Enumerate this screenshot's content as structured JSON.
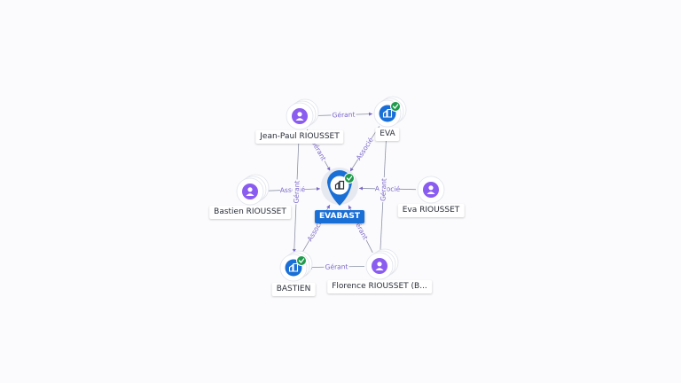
{
  "colors": {
    "person": "#8a5cf0",
    "company": "#1a6fd6",
    "check": "#1f9a4c",
    "edge": "#8c92a6",
    "edge_label": "#7b67c9"
  },
  "nodes": [
    {
      "id": "evabast",
      "label": "EVABAST",
      "kind": "company",
      "main": true,
      "verified": true,
      "icon": "building-icon"
    },
    {
      "id": "jeanpaul",
      "label": "Jean-Paul RIOUSSET",
      "kind": "person",
      "icon": "person-icon"
    },
    {
      "id": "eva_co",
      "label": "EVA",
      "kind": "company",
      "verified": true,
      "icon": "building-icon"
    },
    {
      "id": "bastien",
      "label": "Bastien RIOUSSET",
      "kind": "person",
      "icon": "person-icon"
    },
    {
      "id": "eva_p",
      "label": "Eva RIOUSSET",
      "kind": "person",
      "icon": "person-icon"
    },
    {
      "id": "bastien_co",
      "label": "BASTIEN",
      "kind": "company",
      "verified": true,
      "icon": "building-icon"
    },
    {
      "id": "florence",
      "label": "Florence RIOUSSET (B...",
      "kind": "person",
      "icon": "person-icon"
    }
  ],
  "edges": [
    {
      "from": "jeanpaul",
      "to": "eva_co",
      "label": "Gérant"
    },
    {
      "from": "jeanpaul",
      "to": "evabast",
      "label": "Gérant"
    },
    {
      "from": "eva_co",
      "to": "evabast",
      "label": "Associé"
    },
    {
      "from": "bastien",
      "to": "evabast",
      "label": "Associé"
    },
    {
      "from": "eva_p",
      "to": "evabast",
      "label": "Associé"
    },
    {
      "from": "jeanpaul",
      "to": "bastien_co",
      "label": "Gérant"
    },
    {
      "from": "florence",
      "to": "eva_co",
      "label": "Gérant"
    },
    {
      "from": "bastien_co",
      "to": "evabast",
      "label": "Associé"
    },
    {
      "from": "florence",
      "to": "evabast",
      "label": "Gérant"
    },
    {
      "from": "florence",
      "to": "bastien_co",
      "label": "Gérant"
    }
  ]
}
